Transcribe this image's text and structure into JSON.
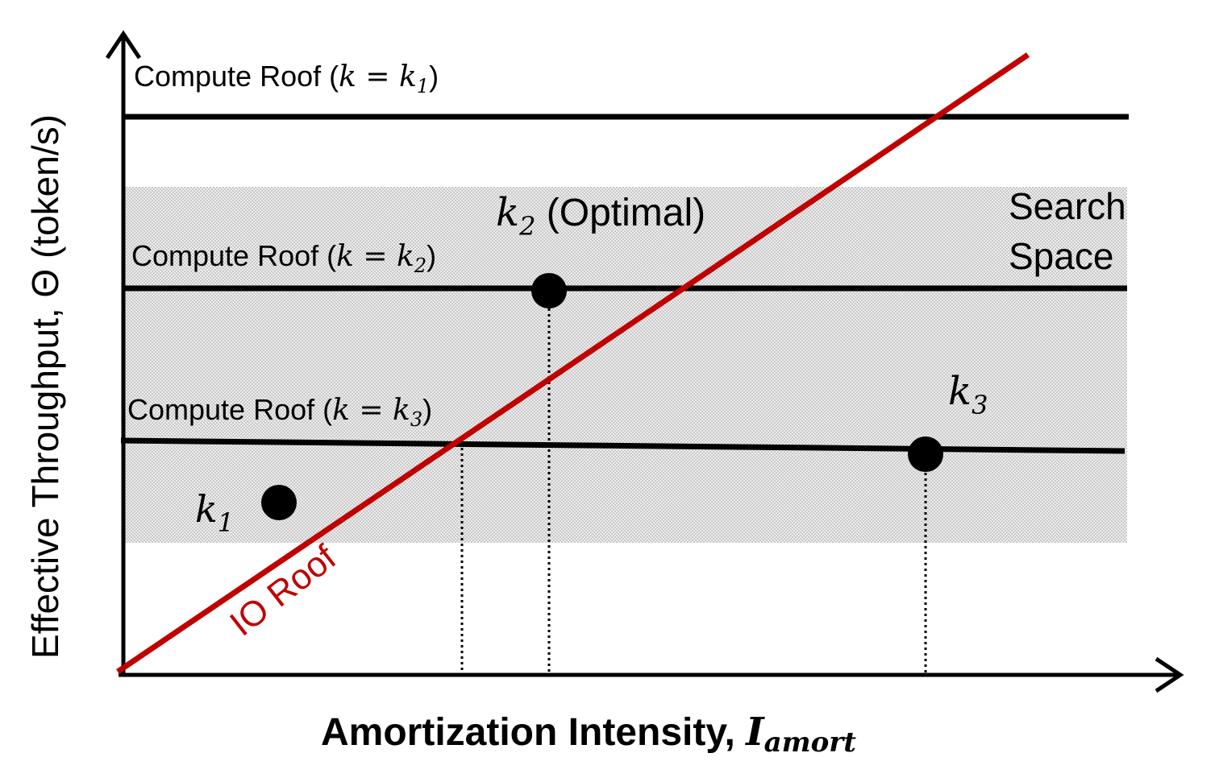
{
  "axes": {
    "x_label": "Amortization Intensity, ",
    "x_symbol": "I",
    "x_symbol_sub": "amort",
    "y_label": "Effective Throughput, Θ (token/s)"
  },
  "roofs": {
    "k1": {
      "label": "Compute Roof (",
      "var": "k",
      "eq": " = ",
      "sym": "k",
      "sub": "1",
      "close": ")"
    },
    "k2": {
      "label": "Compute Roof (",
      "var": "k",
      "eq": " = ",
      "sym": "k",
      "sub": "2",
      "close": ")"
    },
    "k3": {
      "label": "Compute Roof (",
      "var": "k",
      "eq": " = ",
      "sym": "k",
      "sub": "3",
      "close": ")"
    }
  },
  "io_roof": {
    "label": "IO Roof"
  },
  "points": {
    "k1": {
      "sym": "k",
      "sub": "1"
    },
    "k2": {
      "sym": "k",
      "sub": "2",
      "note": " (Optimal)"
    },
    "k3": {
      "sym": "k",
      "sub": "3"
    }
  },
  "search_space": {
    "line1": "Search",
    "line2": "Space"
  },
  "colors": {
    "io_roof": "#c00000",
    "lines": "#000000",
    "shade": "#d9d9d9"
  }
}
